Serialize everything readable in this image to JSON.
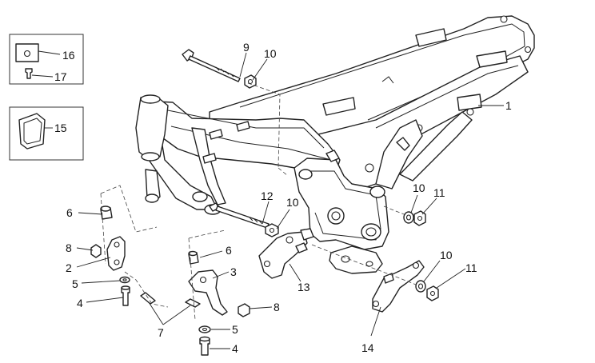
{
  "callouts": {
    "c1": "1",
    "c2": "2",
    "c3": "3",
    "c4a": "4",
    "c4b": "4",
    "c5a": "5",
    "c5b": "5",
    "c6a": "6",
    "c6b": "6",
    "c7": "7",
    "c8a": "8",
    "c8b": "8",
    "c9": "9",
    "c10a": "10",
    "c10b": "10",
    "c10c": "10",
    "c10d": "10",
    "c11a": "11",
    "c11b": "11",
    "c12": "12",
    "c13": "13",
    "c14": "14",
    "c15": "15",
    "c16": "16",
    "c17": "17"
  }
}
